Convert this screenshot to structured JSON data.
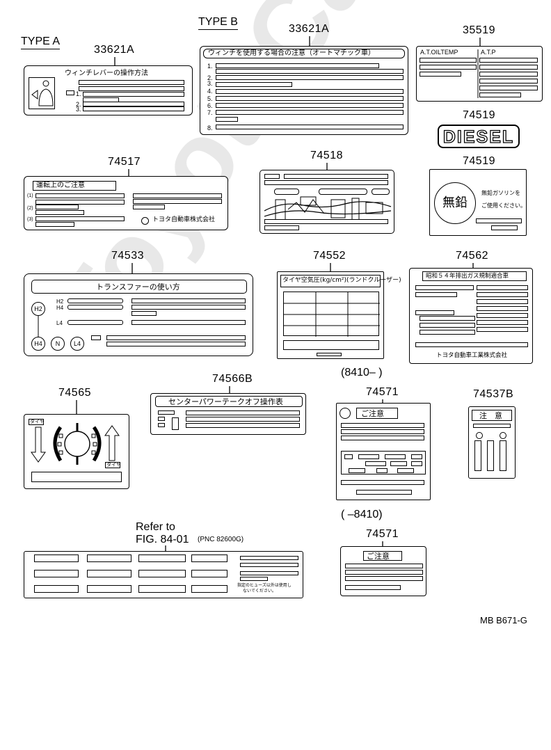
{
  "watermark": "ToyotaCarMedia",
  "type_a": "TYPE  A",
  "type_b": "TYPE  B",
  "parts": {
    "p33621a_a": "33621A",
    "p33621a_b": "33621A",
    "p35519": "35519",
    "p74519_diesel": "74519",
    "p74519_unleaded": "74519",
    "p74517": "74517",
    "p74518": "74518",
    "p74533": "74533",
    "p74552": "74552",
    "p74562": "74562",
    "p74565": "74565",
    "p74566b": "74566B",
    "p74571_a": "74571",
    "p74571_b": "74571",
    "p74537b": "74537B"
  },
  "ranges": {
    "from": "(8410–      )",
    "to": "(       –8410)"
  },
  "refer": {
    "line1": "Refer to",
    "line2": "FIG. 84-01",
    "pnc": "(PNC 82600G)"
  },
  "diagram_code": "MB  B671-G",
  "labels": {
    "winch_type_a_title": "ウィンチレバーの操作方法",
    "winch_type_b_title": "ウィンチを使用する場合の注意（オートマチック車）",
    "at_oil_temp": "A.T.OILTEMP",
    "at_p": "A.T.P",
    "diesel": "DIESEL",
    "caution_74517": "運転上のご注意",
    "toyota_motor": "トヨタ自動車株式会社",
    "unleaded": "無鉛",
    "unleaded_text1": "無鉛ガソリンを",
    "unleaded_text2": "ご使用ください。",
    "transfer_title": "トランスファーの使い方",
    "h2": "H2",
    "h4": "H4",
    "l4": "L4",
    "n": "N",
    "tire_pressure": "タイヤ空気圧(kg/cm²)(ランドクルーザー)",
    "emission_title": "昭和５４年排出ガス規制適合車",
    "toyota_motor_industry": "トヨタ自動車工業株式会社",
    "tire_top": "タイヤ",
    "tire_bottom": "タイヤ",
    "center_diff": "センターパワーテークオフ操作表",
    "gochui": "ご注意",
    "chui": "注　意",
    "fuse_note1": "指定のヒューズ以外は使用し",
    "fuse_note2": "ないでください。",
    "lead_no1": "1.",
    "lead_no2": "2.",
    "lead_no3": "3.",
    "lead_no4": "4.",
    "lead_no5": "5.",
    "lead_no6": "6.",
    "lead_no7": "7.",
    "lead_no8": "8.",
    "p1": "(1)",
    "p2": "(2)",
    "p3": "(3)"
  }
}
